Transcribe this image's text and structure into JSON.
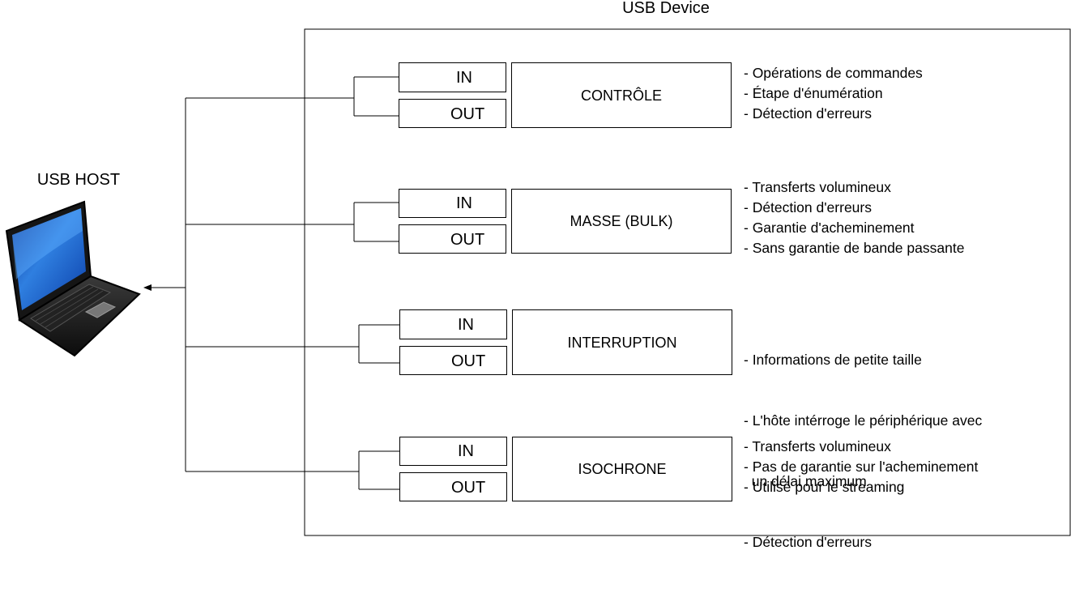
{
  "device": {
    "title": "USB Device"
  },
  "host": {
    "title": "USB HOST",
    "icon": "laptop-icon"
  },
  "transfer_types": [
    {
      "id": "control",
      "label": "CONTRÔLE",
      "in_label": "IN",
      "out_label": "OUT",
      "features": [
        "- Opérations de commandes",
        "- Étape d'énumération",
        "- Détection d'erreurs"
      ]
    },
    {
      "id": "bulk",
      "label": "MASSE (BULK)",
      "in_label": "IN",
      "out_label": "OUT",
      "features": [
        "- Transferts volumineux",
        "- Détection d'erreurs",
        "- Garantie d'acheminement",
        "- Sans garantie de bande passante"
      ]
    },
    {
      "id": "interrupt",
      "label": "INTERRUPTION",
      "in_label": "IN",
      "out_label": "OUT",
      "features": [
        "- Informations de petite taille",
        "- L'hôte intérroge le périphérique avec",
        "  un délai maximum",
        "- Détection d'erreurs"
      ]
    },
    {
      "id": "isochronous",
      "label": "ISOCHRONE",
      "in_label": "IN",
      "out_label": "OUT",
      "features": [
        "- Transferts volumineux",
        "- Pas de garantie sur l'acheminement",
        "- Utilisé pour le streaming"
      ]
    }
  ]
}
